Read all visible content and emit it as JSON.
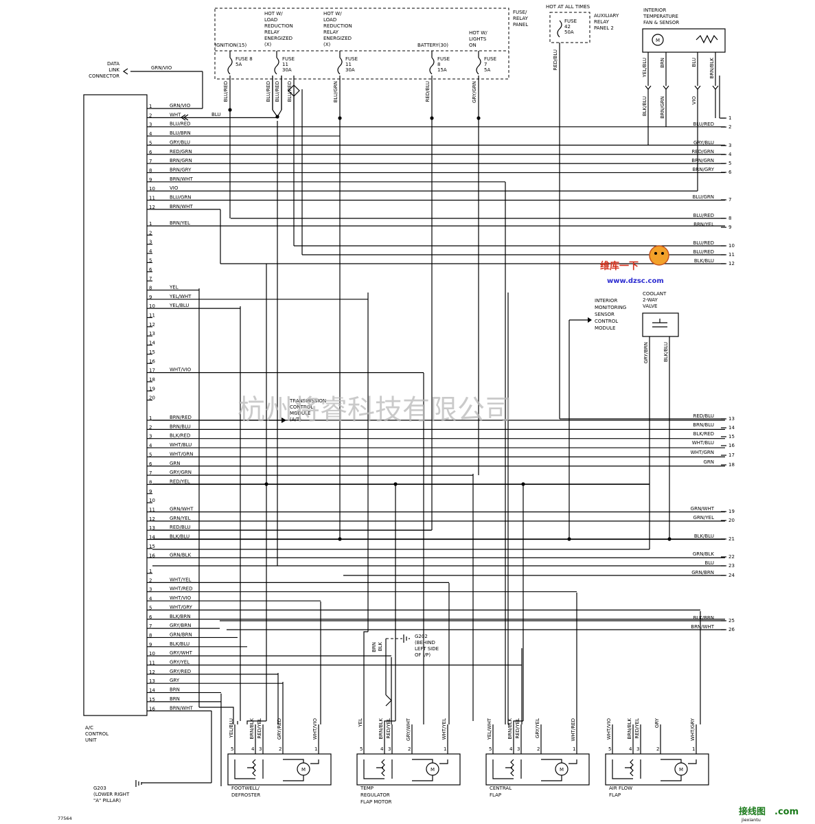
{
  "connector": {
    "label": [
      "DATA",
      "LINK",
      "CONNECTOR"
    ],
    "wire": "GRN/VIO"
  },
  "fuse_panel": {
    "title": [
      "FUSE/",
      "RELAY",
      "PANEL"
    ],
    "headers": {
      "ignition": "IGNITION(15)",
      "hot_load1": [
        "HOT W/",
        "LOAD",
        "REDUCTION",
        "RELAY",
        "ENERGIZED",
        "(X)"
      ],
      "hot_load2": [
        "HOT W/",
        "LOAD",
        "REDUCTION",
        "RELAY",
        "ENERGIZED",
        "(X)"
      ],
      "battery": "BATTERY(30)",
      "hot_lights": [
        "HOT W/",
        "LIGHTS",
        "ON"
      ]
    },
    "fuses": [
      {
        "label": [
          "FUSE 8",
          "5A"
        ]
      },
      {
        "label": [
          "FUSE",
          "11",
          "30A"
        ]
      },
      {
        "label": [
          "FUSE",
          "11",
          "30A"
        ]
      },
      {
        "label": [
          "FUSE",
          "8",
          "15A"
        ]
      },
      {
        "label": [
          "FUSE",
          "7",
          "5A"
        ]
      }
    ],
    "wires": [
      "BLU/RED",
      "BLU/RED",
      "BLU/RED",
      "BLU/RED",
      "BLU/GRN",
      "RED/BLU",
      "GRY/GRN"
    ]
  },
  "hot_at_all_times": {
    "title": "HOT AT ALL TIMES",
    "fuse": [
      "FUSE",
      "42",
      "50A"
    ],
    "panel": [
      "AUXILIARY",
      "RELAY",
      "PANEL 2"
    ],
    "wire": "RED/BLU"
  },
  "interior_temp": {
    "title": [
      "INTERIOR",
      "TEMPERATURE",
      "FAN & SENSOR"
    ],
    "wires_top": [
      "YEL/BLU",
      "BRN",
      "BLU",
      "BRN/BLK"
    ],
    "wires_bottom": [
      "BLK/BLU",
      "BRN/GRN",
      "VIO"
    ]
  },
  "control_unit": {
    "label": [
      "A/C",
      "CONTROL",
      "UNIT"
    ],
    "connector_a": [
      {
        "pin": "1",
        "wire": "GRN/VIO"
      },
      {
        "pin": "2",
        "wire": "WHT"
      },
      {
        "pin": "3",
        "wire": "BLU/RED"
      },
      {
        "pin": "4",
        "wire": "BLU/BRN"
      },
      {
        "pin": "5",
        "wire": "GRY/BLU"
      },
      {
        "pin": "6",
        "wire": "RED/GRN"
      },
      {
        "pin": "7",
        "wire": "BRN/GRN"
      },
      {
        "pin": "8",
        "wire": "BRN/GRY"
      },
      {
        "pin": "9",
        "wire": "BRN/WHT"
      },
      {
        "pin": "10",
        "wire": "VIO"
      },
      {
        "pin": "11",
        "wire": "BLU/GRN"
      },
      {
        "pin": "12",
        "wire": "BRN/WHT"
      }
    ],
    "connector_b": [
      {
        "pin": "1",
        "wire": "BRN/YEL"
      },
      {
        "pin": "2",
        "wire": ""
      },
      {
        "pin": "3",
        "wire": ""
      },
      {
        "pin": "4",
        "wire": ""
      },
      {
        "pin": "5",
        "wire": ""
      },
      {
        "pin": "6",
        "wire": ""
      },
      {
        "pin": "7",
        "wire": ""
      },
      {
        "pin": "8",
        "wire": "YEL"
      },
      {
        "pin": "9",
        "wire": "YEL/WHT"
      },
      {
        "pin": "10",
        "wire": "YEL/BLU"
      },
      {
        "pin": "11",
        "wire": ""
      },
      {
        "pin": "12",
        "wire": ""
      },
      {
        "pin": "13",
        "wire": ""
      },
      {
        "pin": "14",
        "wire": ""
      },
      {
        "pin": "15",
        "wire": ""
      },
      {
        "pin": "16",
        "wire": ""
      },
      {
        "pin": "17",
        "wire": "WHT/VIO"
      },
      {
        "pin": "18",
        "wire": ""
      },
      {
        "pin": "19",
        "wire": ""
      },
      {
        "pin": "20",
        "wire": ""
      }
    ],
    "connector_c": [
      {
        "pin": "1",
        "wire": "BRN/RED"
      },
      {
        "pin": "2",
        "wire": "BRN/BLU"
      },
      {
        "pin": "3",
        "wire": "BLK/RED"
      },
      {
        "pin": "4",
        "wire": "WHT/BLU"
      },
      {
        "pin": "5",
        "wire": "WHT/GRN"
      },
      {
        "pin": "6",
        "wire": "GRN"
      },
      {
        "pin": "7",
        "wire": "GRY/GRN"
      },
      {
        "pin": "8",
        "wire": "RED/YEL"
      },
      {
        "pin": "9",
        "wire": ""
      },
      {
        "pin": "10",
        "wire": ""
      },
      {
        "pin": "11",
        "wire": "GRN/WHT"
      },
      {
        "pin": "12",
        "wire": "GRN/YEL"
      },
      {
        "pin": "13",
        "wire": "RED/BLU"
      },
      {
        "pin": "14",
        "wire": "BLK/BLU"
      },
      {
        "pin": "15",
        "wire": ""
      },
      {
        "pin": "16",
        "wire": "GRN/BLK"
      }
    ],
    "connector_d": [
      {
        "pin": "1",
        "wire": ""
      },
      {
        "pin": "2",
        "wire": "WHT/YEL"
      },
      {
        "pin": "3",
        "wire": "WHT/RED"
      },
      {
        "pin": "4",
        "wire": "WHT/VIO"
      },
      {
        "pin": "5",
        "wire": "WHT/GRY"
      },
      {
        "pin": "6",
        "wire": "BLK/BRN"
      },
      {
        "pin": "7",
        "wire": "GRY/BRN"
      },
      {
        "pin": "8",
        "wire": "GRN/BRN"
      },
      {
        "pin": "9",
        "wire": "BLK/BLU"
      },
      {
        "pin": "10",
        "wire": "GRY/WHT"
      },
      {
        "pin": "11",
        "wire": "GRY/YEL"
      },
      {
        "pin": "12",
        "wire": "GRY/RED"
      },
      {
        "pin": "13",
        "wire": "GRY"
      },
      {
        "pin": "14",
        "wire": "BRN"
      },
      {
        "pin": "15",
        "wire": "BRN"
      },
      {
        "pin": "16",
        "wire": "BRN/WHT"
      }
    ]
  },
  "right_connections": [
    {
      "n": "1",
      "wire": ""
    },
    {
      "n": "2",
      "wire": "BLU/RED"
    },
    {
      "n": "3",
      "wire": "GRY/BLU"
    },
    {
      "n": "4",
      "wire": "RED/GRN"
    },
    {
      "n": "5",
      "wire": "BRN/GRN"
    },
    {
      "n": "6",
      "wire": "BRN/GRY"
    },
    {
      "n": "7",
      "wire": "BLU/GRN"
    },
    {
      "n": "8",
      "wire": "BLU/RED"
    },
    {
      "n": "9",
      "wire": "BRN/YEL"
    },
    {
      "n": "10",
      "wire": "BLU/RED"
    },
    {
      "n": "11",
      "wire": "BLU/RED"
    },
    {
      "n": "12",
      "wire": "BLK/BLU"
    },
    {
      "n": "13",
      "wire": "RED/BLU"
    },
    {
      "n": "14",
      "wire": "BRN/BLU"
    },
    {
      "n": "15",
      "wire": "BLK/RED"
    },
    {
      "n": "16",
      "wire": "WHT/BLU"
    },
    {
      "n": "17",
      "wire": "WHT/GRN"
    },
    {
      "n": "18",
      "wire": "GRN"
    },
    {
      "n": "19",
      "wire": "GRN/WHT"
    },
    {
      "n": "20",
      "wire": "GRN/YEL"
    },
    {
      "n": "21",
      "wire": "BLK/BLU"
    },
    {
      "n": "22",
      "wire": "GRN/BLK"
    },
    {
      "n": "23",
      "wire": "BLU"
    },
    {
      "n": "24",
      "wire": "GRN/BRN"
    },
    {
      "n": "25",
      "wire": "BLK/BRN"
    },
    {
      "n": "26",
      "wire": "BRN/WHT"
    }
  ],
  "interior_monitor": [
    "INTERIOR",
    "MONITORING",
    "SENSOR",
    "CONTROL",
    "MODULE"
  ],
  "coolant_valve": {
    "label": [
      "COOLANT",
      "2-WAY",
      "VALVE"
    ],
    "wires": [
      "GRY/BRN",
      "BLK/BLU"
    ]
  },
  "tcm": [
    "TRANSMISSION",
    "CONTROL",
    "MODULE",
    "(A/T)"
  ],
  "ground_g202": [
    "G202",
    "(BEHIND",
    "LEFT SIDE",
    "OF I/P)"
  ],
  "ground_g203": [
    "G203",
    "(LOWER RIGHT",
    "\"A\" PILLAR)"
  ],
  "g202_wires": [
    "BRN",
    "BLK"
  ],
  "motors": [
    {
      "name": [
        "FOOTWELL/",
        "DEFROSTER"
      ],
      "wires": [
        "YEL/BLU",
        "BRN/BLK",
        "RED/YEL",
        "GRY/RED",
        "WHT/VIO"
      ],
      "pins": [
        "5",
        "4",
        "3",
        "2",
        "1"
      ]
    },
    {
      "name": [
        "TEMP",
        "REGULATOR",
        "FLAP MOTOR"
      ],
      "wires": [
        "YEL",
        "BRN/BLK",
        "RED/YEL",
        "GRY/WHT",
        "WHT/YEL"
      ],
      "pins": [
        "5",
        "4",
        "3",
        "2",
        "1"
      ]
    },
    {
      "name": [
        "CENTRAL",
        "FLAP"
      ],
      "wires": [
        "YEL/WHT",
        "BRN/BLK",
        "RED/YEL",
        "GRY/YEL",
        "WHT/RED"
      ],
      "pins": [
        "5",
        "4",
        "3",
        "2",
        "1"
      ]
    },
    {
      "name": [
        "AIR FLOW",
        "FLAP"
      ],
      "wires": [
        "WHT/VIO",
        "BRN/BLK",
        "RED/YEL",
        "GRY",
        "WHT/GRY"
      ],
      "pins": [
        "5",
        "4",
        "3",
        "2",
        "1"
      ]
    }
  ],
  "motor_symbol": "M",
  "wire_blu": "BLU",
  "fig_number": "77564",
  "watermarks": {
    "company": "杭州将睿科技有限公司",
    "dzsc_cn": "维库一下",
    "dzsc_url": "www.dzsc.com",
    "jiexiantu": "接线图",
    "jiexiantu_com": ".com",
    "jiexiantu_url": "jiexiantu"
  }
}
